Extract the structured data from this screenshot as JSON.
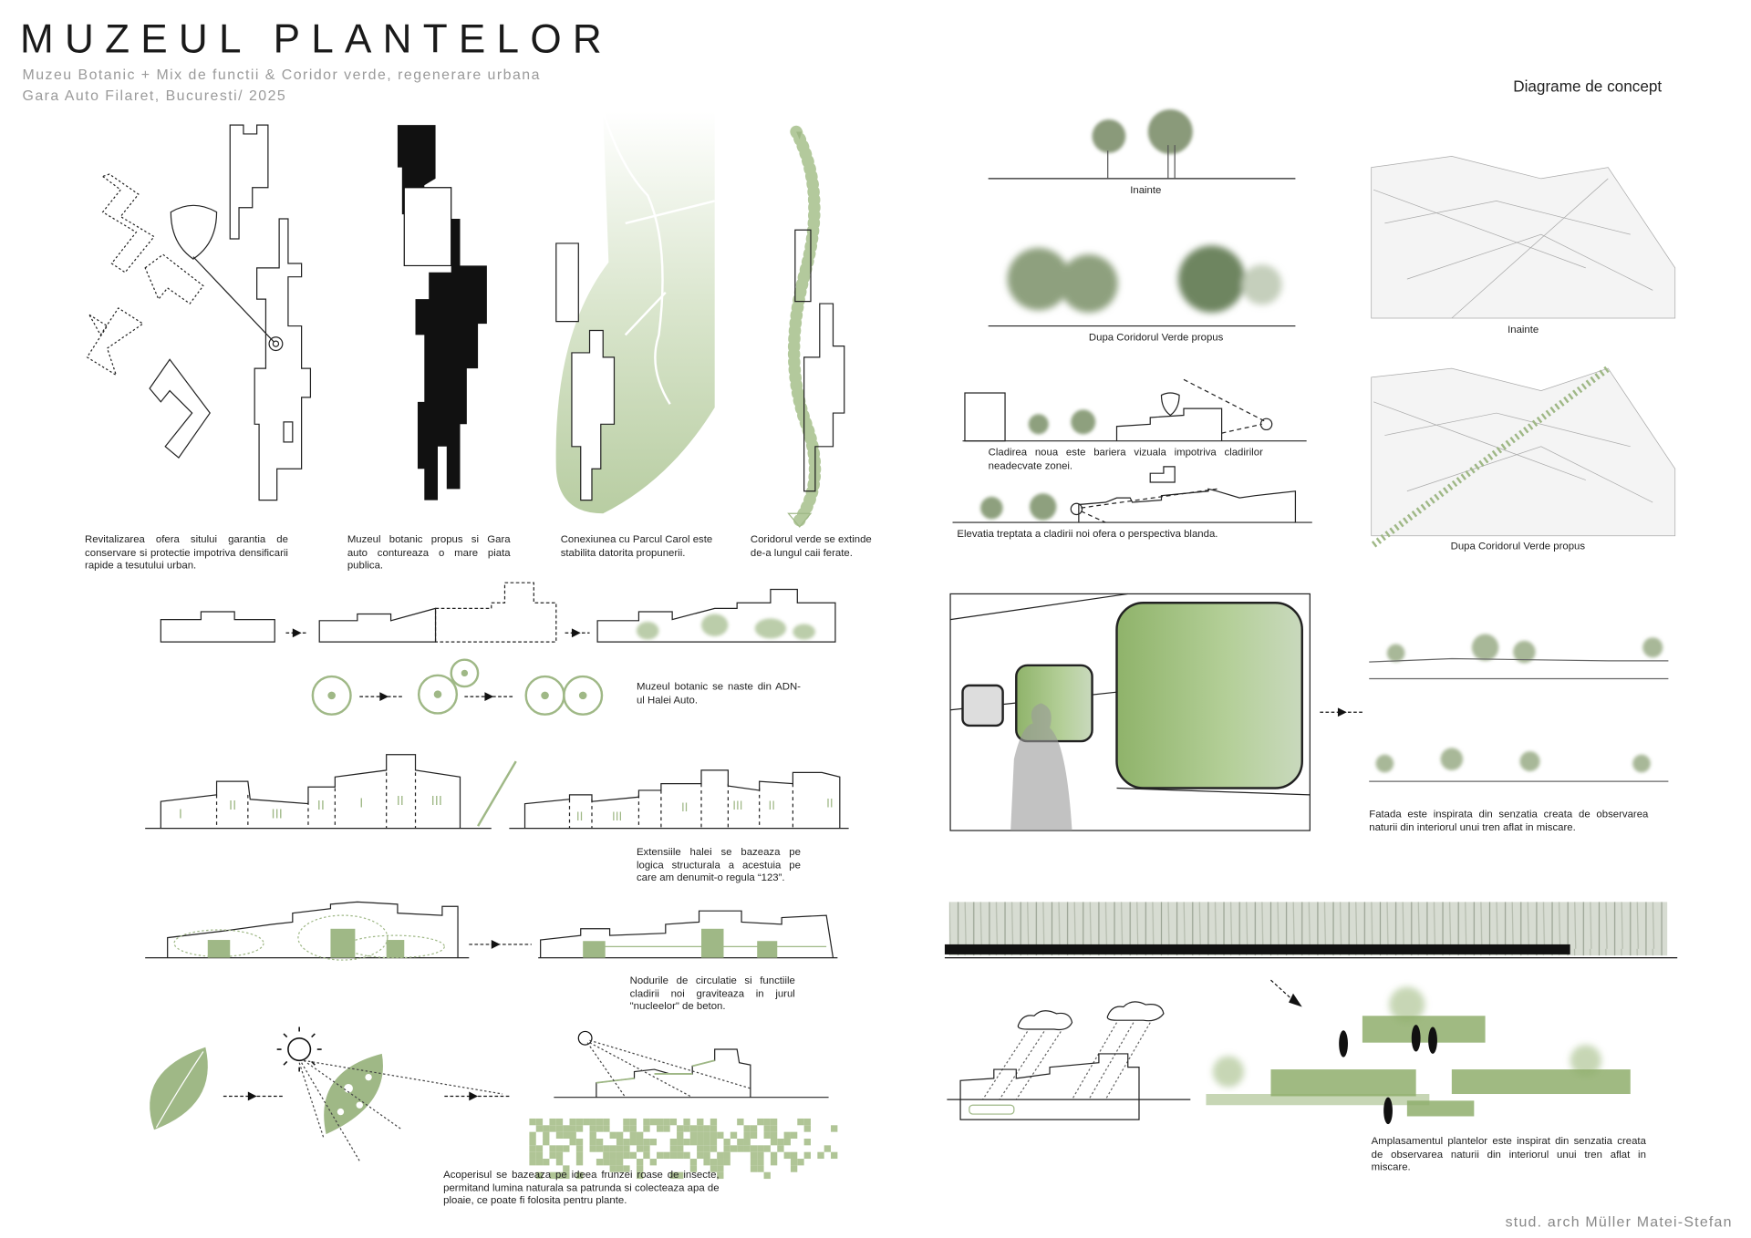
{
  "header": {
    "title": "MUZEUL PLANTELOR",
    "subtitle_1": "Muzeu Botanic + Mix de functii & Coridor verde, regenerare urbana",
    "subtitle_2": "Gara Auto Filaret, Bucuresti/ 2025",
    "section_title": "Diagrame de concept"
  },
  "captions": {
    "plan_1": "Revitalizarea ofera sitului garantia de conservare si protectie impotriva densificarii rapide a tesutului urban.",
    "plan_2": "Muzeul botanic propus si Gara auto contureaza o mare piata publica.",
    "plan_3": "Conexiunea cu Parcul Carol este stabilita datorita propunerii.",
    "plan_4": "Coridorul verde se extinde de-a lungul caii ferate.",
    "dna": "Muzeul botanic se naste din ADN-ul Halei Auto.",
    "rule_123": "Extensiile halei se bazeaza pe logica structurala a acestuia pe care am denumit-o regula “123”.",
    "cores": "Nodurile de circulatie si functiile cladirii noi graviteaza in jurul \"nucleelor\" de beton.",
    "roof": "Acoperisul se bazeaza pe ideea frunzei roase de insecte, permitand lumina naturala sa patrunda si colecteaza apa de ploaie, ce poate fi folosita pentru plante.",
    "facade": "Fatada este inspirata din senzatia creata de observarea naturii din interiorul unui tren aflat in miscare.",
    "planting": "Amplasamentul plantelor este inspirat din senzatia creata de observarea naturii din interiorul unui tren aflat in miscare."
  },
  "sections": {
    "before": "Inainte",
    "after": "Dupa Coridorul Verde propus",
    "barrier": "Cladirea noua este bariera vizuala impotriva cladirilor neadecvate zonei.",
    "elevation": "Elevatia treptata a cladirii noi ofera o perspectiva blanda."
  },
  "axonometric": {
    "before": "Inainte",
    "after": "Dupa Coridorul Verde propus"
  },
  "rule_labels": [
    "I",
    "II",
    "III"
  ],
  "footer": {
    "author": "stud. arch Müller Matei-Stefan"
  },
  "colors": {
    "accent_green": "#9fb886",
    "dark": "#111111"
  }
}
